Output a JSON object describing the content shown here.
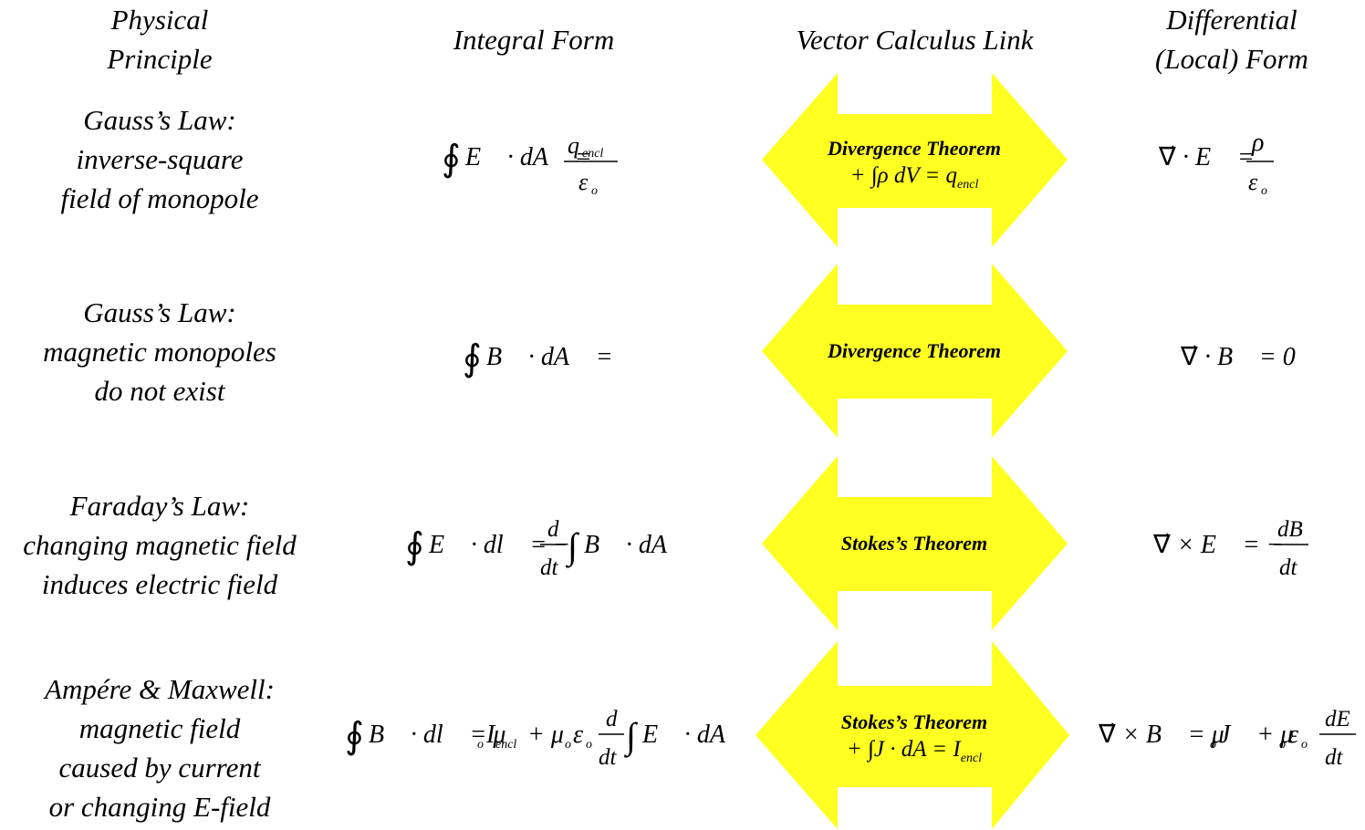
{
  "headers": {
    "principle": [
      "Physical",
      "Principle"
    ],
    "integral": "Integral Form",
    "link": "Vector Calculus Link",
    "differential": [
      "Differential",
      "(Local) Form"
    ]
  },
  "rows": [
    {
      "principle": [
        "Gauss’s Law:",
        "inverse-square",
        "field of monopole"
      ],
      "link": "Divergence Theorem",
      "link_extra": "+ ∫ρ dV = q",
      "link_extra_sub": "encl"
    },
    {
      "principle": [
        "Gauss’s Law:",
        "magnetic monopoles",
        "do not exist"
      ],
      "link": "Divergence Theorem"
    },
    {
      "principle": [
        "Faraday’s Law:",
        "changing magnetic field",
        "induces electric field"
      ],
      "link": "Stokes’s Theorem"
    },
    {
      "principle": [
        "Ampére & Maxwell:",
        "magnetic field",
        "caused by current",
        "or changing E-field"
      ],
      "link": "Stokes’s Theorem",
      "link_extra": "+ ∫J · dA = I",
      "link_extra_sub": "encl"
    }
  ],
  "colors": {
    "arrow": "#ffff22",
    "text": "#000000"
  }
}
